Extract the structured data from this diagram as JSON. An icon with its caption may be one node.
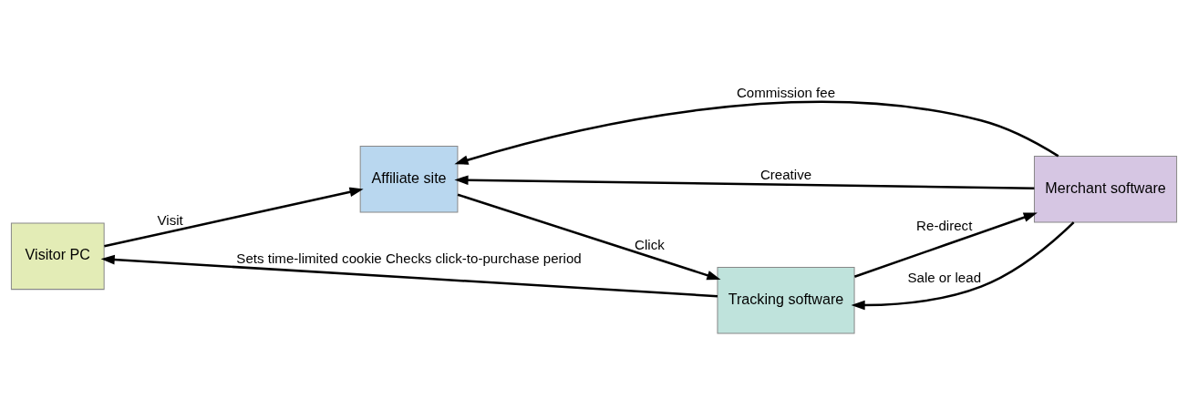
{
  "diagram": {
    "nodes": [
      {
        "text": [
          "Visitor PC"
        ]
      },
      {
        "text": [
          "Affiliate site"
        ]
      },
      {
        "text": [
          "Tracking software"
        ]
      },
      {
        "text": [
          "Merchant software"
        ]
      }
    ],
    "edges": [
      {
        "from": 0,
        "to": 1,
        "arrow": "to",
        "label": "Visit"
      },
      {
        "from": 1,
        "to": 2,
        "arrow": "to",
        "label": "Click"
      },
      {
        "from": 2,
        "to": 3,
        "arrow": "to",
        "label": "Re-direct"
      },
      {
        "from": 3,
        "to": 1,
        "arrow": "to",
        "label": "Commission fee"
      },
      {
        "from": 3,
        "to": 1,
        "arrow": "to",
        "label": "Creative"
      },
      {
        "from": 3,
        "to": 2,
        "arrow": "to",
        "label": "Sale or lead"
      },
      {
        "from": 2,
        "to": 0,
        "arrow": "to",
        "label": "Sets time-limited cookie Checks click-to-purchase period"
      }
    ]
  }
}
